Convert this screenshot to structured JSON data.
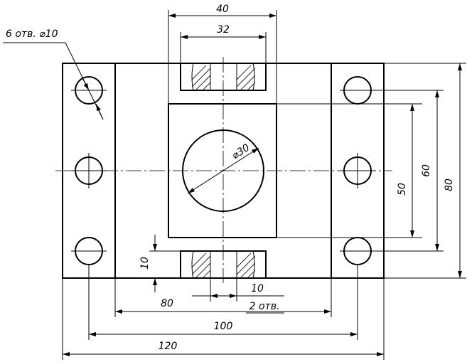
{
  "dimensions": {
    "slot_outer": "40",
    "slot_inner": "32",
    "holes_callout": "6 отв. ⌀10",
    "bore": "⌀30",
    "inner_pitch": "50",
    "outer_pitch": "60",
    "height": "80",
    "slot_depth": "10",
    "slot_width": "10",
    "half_width": "80",
    "two_holes": "2 отв.",
    "hole_span": "100",
    "total_width": "120"
  }
}
